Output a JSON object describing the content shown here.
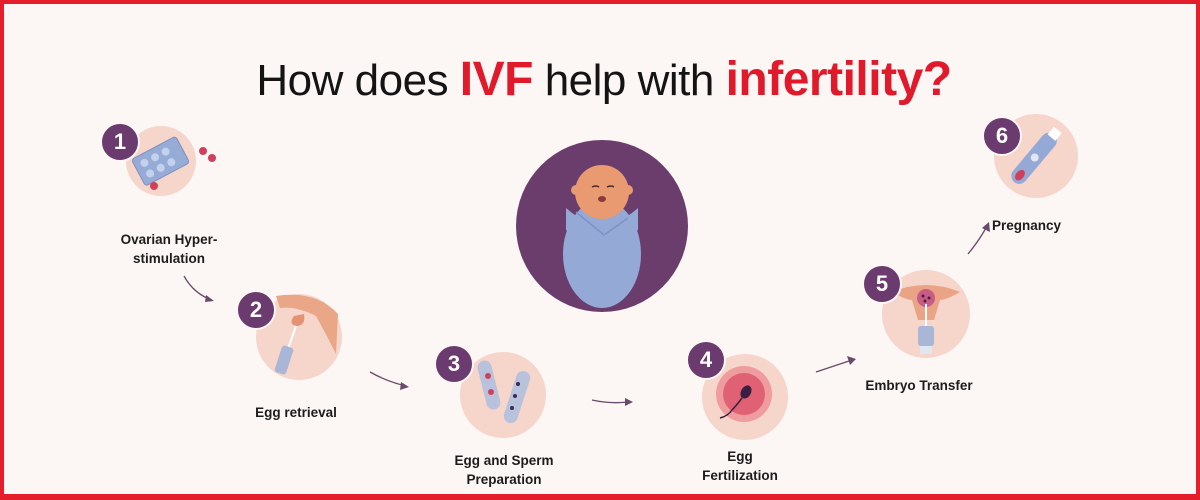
{
  "title": {
    "prefix": "How does ",
    "highlight1": "IVF",
    "middle": " help with ",
    "highlight2": "infertility?"
  },
  "colors": {
    "frame": "#e41e2a",
    "background": "#fcf6f4",
    "accent_red": "#e01a2b",
    "badge_purple": "#6b3a6e",
    "circle_peach": "#f6d5cb",
    "baby_bg": "#6b3d6d"
  },
  "center_illustration": {
    "icon": "swaddled-baby-icon"
  },
  "steps": [
    {
      "number": "1",
      "label_line1": "Ovarian Hyper-",
      "label_line2": "stimulation",
      "icon": "pill-blister-pack-icon"
    },
    {
      "number": "2",
      "label_line1": "Egg retrieval",
      "label_line2": "",
      "icon": "egg-retrieval-syringe-icon"
    },
    {
      "number": "3",
      "label_line1": "Egg and Sperm",
      "label_line2": "Preparation",
      "icon": "test-tubes-icon"
    },
    {
      "number": "4",
      "label_line1": "Egg",
      "label_line2": "Fertilization",
      "icon": "sperm-egg-icon"
    },
    {
      "number": "5",
      "label_line1": "Embryo Transfer",
      "label_line2": "",
      "icon": "uterus-transfer-icon"
    },
    {
      "number": "6",
      "label_line1": "Pregnancy",
      "label_line2": "",
      "icon": "pregnancy-test-icon"
    }
  ]
}
